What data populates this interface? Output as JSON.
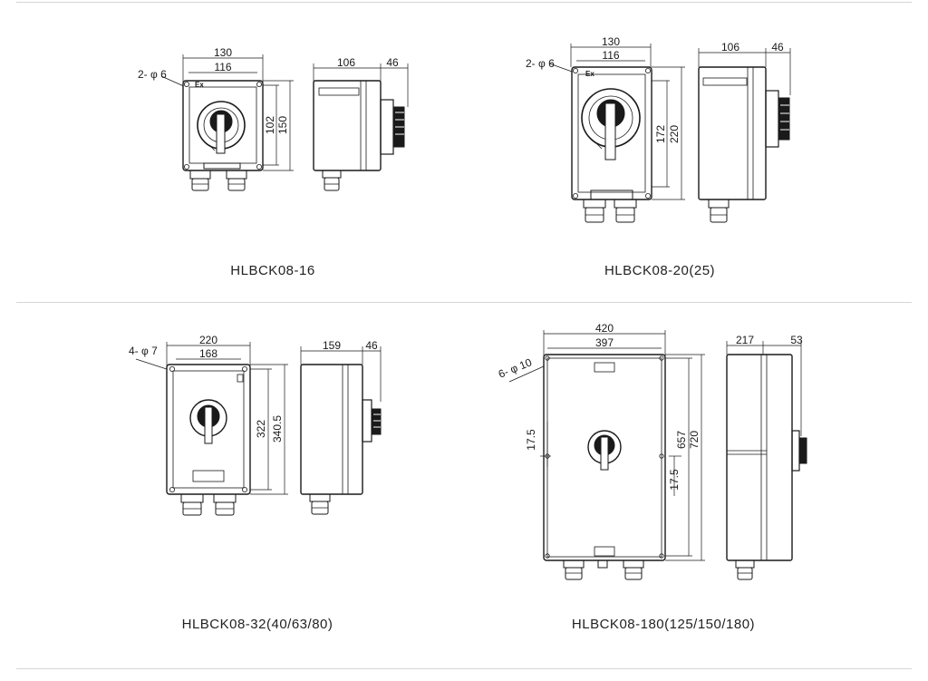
{
  "panels": [
    {
      "model": "HLBCK08-16",
      "front_width": "130",
      "hole_spacing_w": "116",
      "holes": "2- φ 6",
      "hole_spacing_h": "102",
      "front_height": "150",
      "depth": "106",
      "handle_depth": "46",
      "ex_mark": "Ex"
    },
    {
      "model": "HLBCK08-20(25)",
      "front_width": "130",
      "hole_spacing_w": "116",
      "holes": "2- φ 6",
      "hole_spacing_h": "172",
      "front_height": "220",
      "depth": "106",
      "handle_depth": "46",
      "ex_mark": "Ex"
    },
    {
      "model": "HLBCK08-32(40/63/80)",
      "front_width": "220",
      "hole_spacing_w": "168",
      "holes": "4- φ 7",
      "hole_spacing_h": "322",
      "front_height": "340.5",
      "depth": "159",
      "handle_depth": "46"
    },
    {
      "model": "HLBCK08-180(125/150/180)",
      "front_width": "420",
      "hole_spacing_w": "397",
      "holes": "6- φ 10",
      "hole_spacing_h": "657",
      "front_height": "720",
      "offset_a": "17.5",
      "offset_b": "17.5",
      "depth": "217",
      "handle_depth": "53"
    }
  ]
}
